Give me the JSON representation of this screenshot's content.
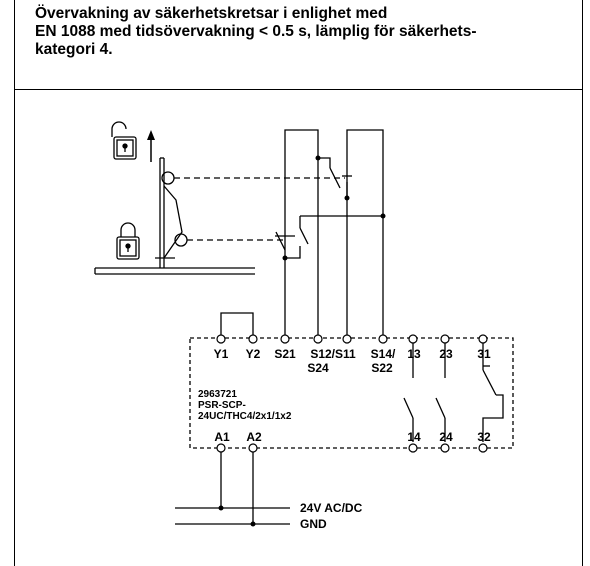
{
  "header": {
    "line1": "Övervakning av säkerhetskretsar i enlighet med",
    "line2": "EN 1088 med tidsövervakning < 0.5 s, lämplig för säkerhets-",
    "line3": "kategori 4."
  },
  "module": {
    "top_terminals": [
      "Y1",
      "Y2",
      "S21",
      "S12/S11",
      "S14/",
      "13",
      "23",
      "31"
    ],
    "top_terminals_line2": [
      "S24",
      "S22"
    ],
    "bottom_terminals": [
      "A1",
      "A2",
      "14",
      "24",
      "32"
    ],
    "name_lines": [
      "2963721",
      "PSR-SCP-",
      "24UC/THC4/2x1/1x2"
    ]
  },
  "supply": {
    "voltage_label": "24V AC/DC",
    "ground_label": "GND"
  },
  "icons": [
    "padlock-open-icon",
    "padlock-closed-icon",
    "arrow-up-icon"
  ]
}
